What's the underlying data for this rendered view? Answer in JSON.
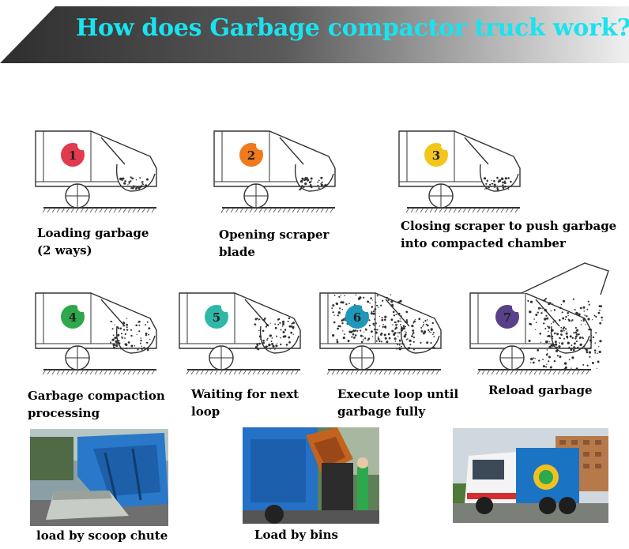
{
  "header": {
    "title": "How does Garbage compactor truck work?"
  },
  "steps": [
    {
      "number": "1",
      "color": "#e23b4e",
      "caption_lines": [
        "Loading garbage",
        "(2 ways)"
      ]
    },
    {
      "number": "2",
      "color": "#f07a1c",
      "caption_lines": [
        "Opening scraper",
        "blade"
      ]
    },
    {
      "number": "3",
      "color": "#f4c51a",
      "caption_lines": [
        "Closing scraper to push garbage",
        "into compacted chamber"
      ]
    },
    {
      "number": "4",
      "color": "#2ea84c",
      "caption_lines": [
        "Garbage compaction",
        "processing"
      ]
    },
    {
      "number": "5",
      "color": "#2fb8a8",
      "caption_lines": [
        "Waiting for next",
        "loop"
      ]
    },
    {
      "number": "6",
      "color": "#1f97b8",
      "caption_lines": [
        "Execute loop until",
        "garbage fully"
      ]
    },
    {
      "number": "7",
      "color": "#5a3f8a",
      "caption_lines": [
        "Reload garbage"
      ]
    }
  ],
  "photos": [
    {
      "caption": "load by scoop chute",
      "icon": "scoop-chute-truck-photo"
    },
    {
      "caption": "Load by bins",
      "icon": "bin-lifter-truck-photo"
    },
    {
      "caption": "",
      "icon": "compactor-truck-street-photo"
    }
  ],
  "colors": {
    "title": "#19e3f0",
    "banner_dark": "#3c3c3c",
    "banner_light": "#e8e8e8",
    "truck_blue": "#1b73c4"
  }
}
